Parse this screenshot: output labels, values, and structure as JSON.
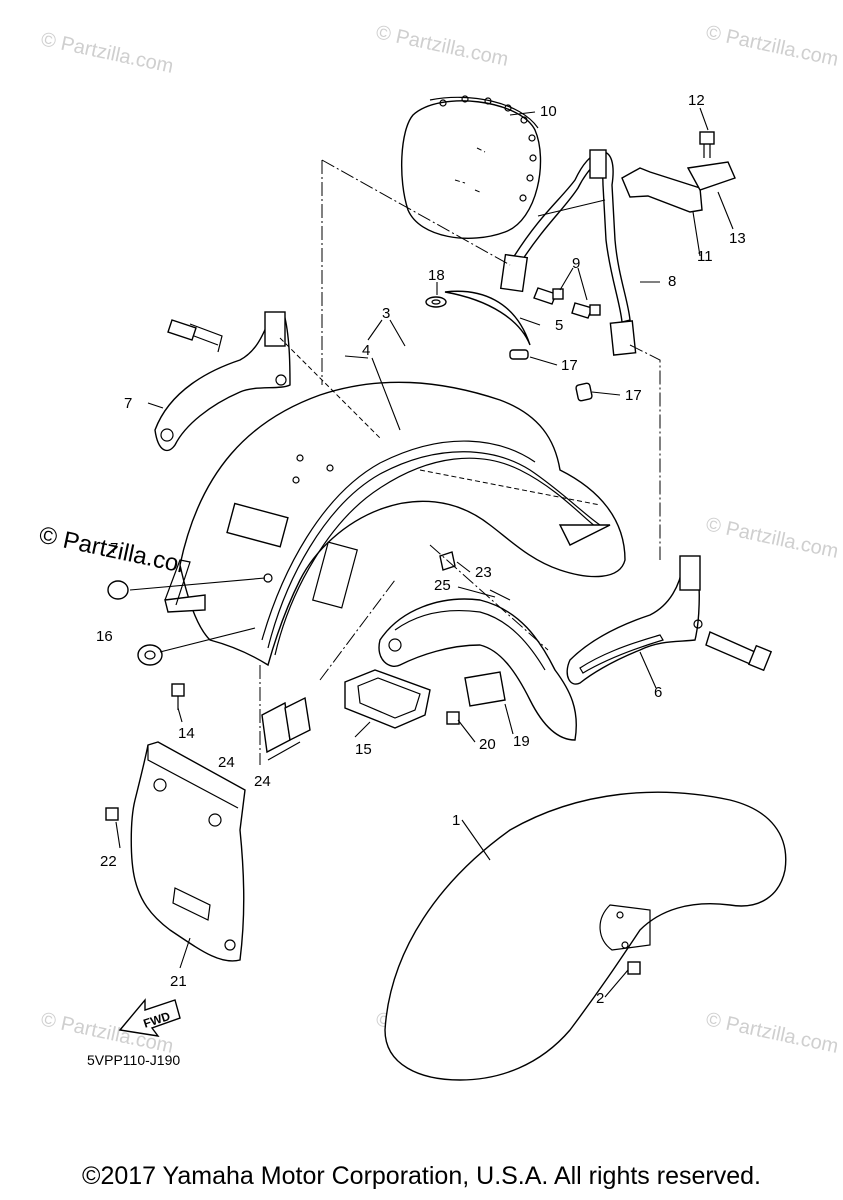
{
  "watermark_small": "© Partzilla.com",
  "watermark_large": "© Partzilla.com",
  "callouts": {
    "c1": "1",
    "c2": "2",
    "c3": "3",
    "c4": "4",
    "c5": "5",
    "c6": "6",
    "c7": "7",
    "c7b": "7",
    "c8": "8",
    "c9": "9",
    "c10": "10",
    "c11": "11",
    "c12": "12",
    "c13": "13",
    "c14": "14",
    "c15": "15",
    "c16": "16",
    "c17a": "17",
    "c17b": "17",
    "c18": "18",
    "c19": "19",
    "c20": "20",
    "c21": "21",
    "c22": "22",
    "c23": "23",
    "c24a": "24",
    "c24b": "24",
    "c25": "25"
  },
  "fwd_label": "FWD",
  "diagram_code": "5VPP110-J190",
  "copyright": "©2017 Yamaha Motor Corporation, U.S.A. All rights reserved."
}
